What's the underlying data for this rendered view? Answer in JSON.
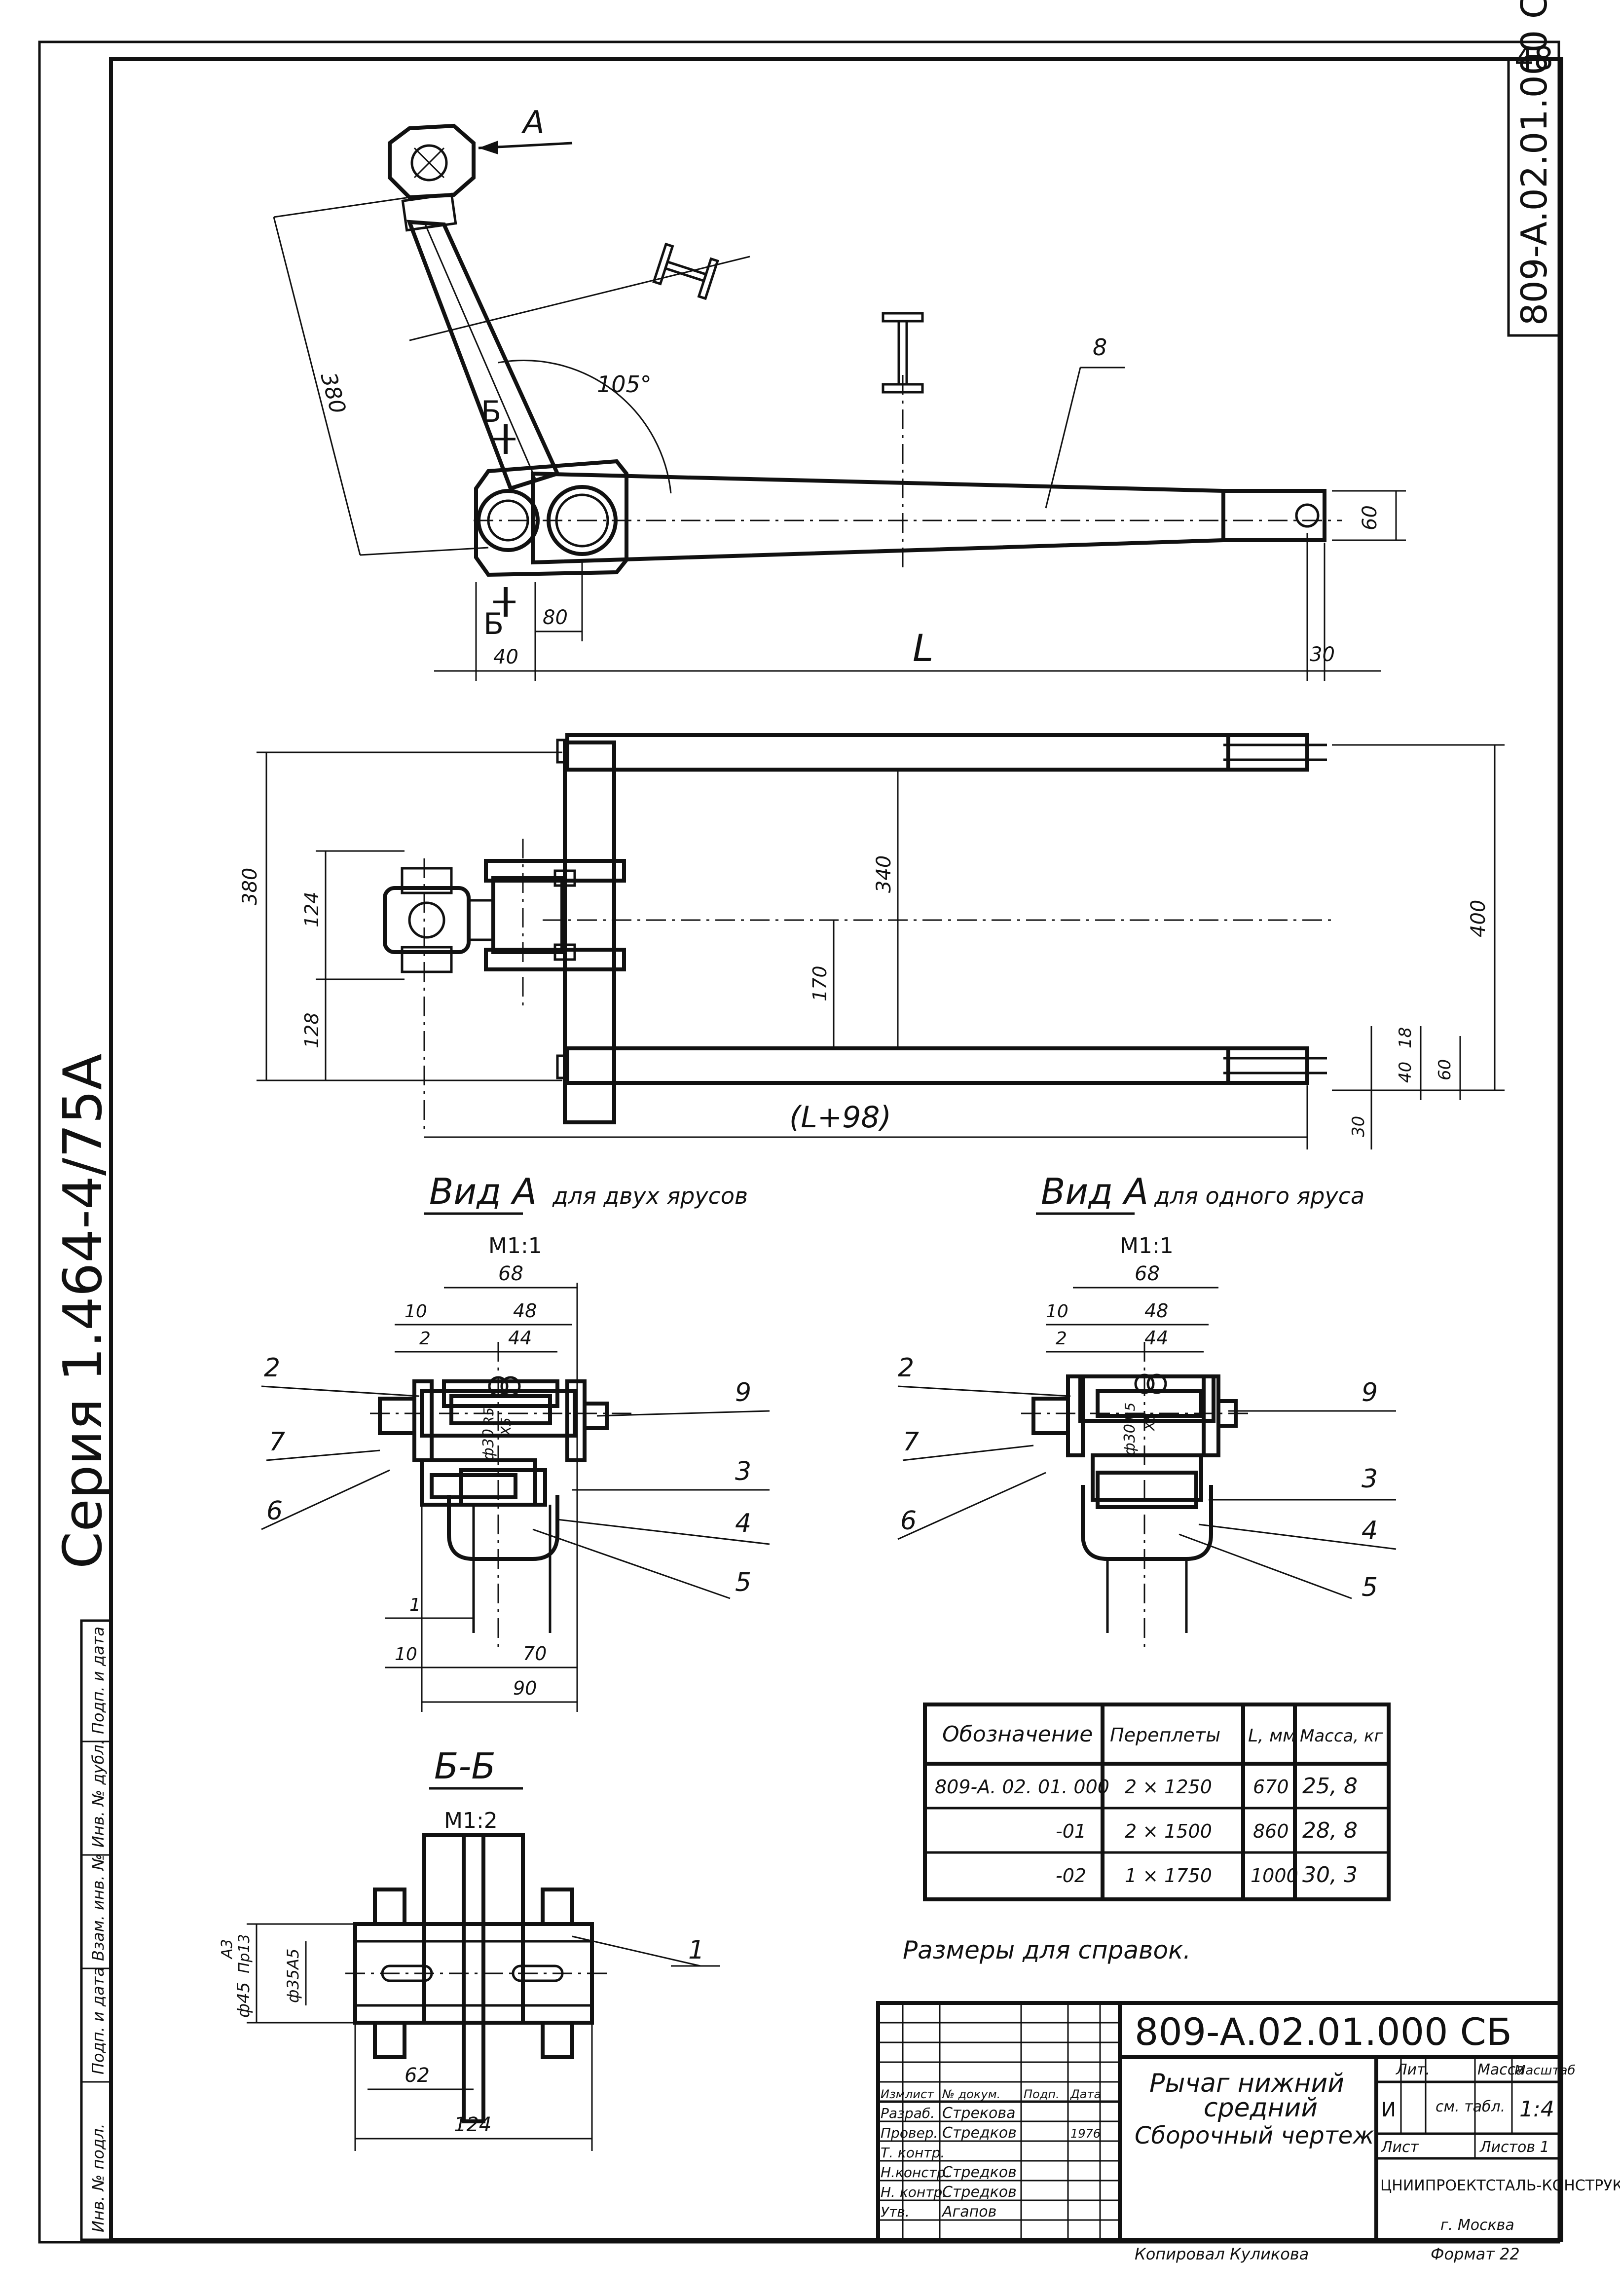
{
  "page_number": "48",
  "doc_code": "809-A.02.01.000 СБ",
  "series": "Серия 1.464-4/75А",
  "top_view": {
    "section_arrow": "А",
    "section_mark": "Б",
    "part_number": "8",
    "angle": "105°",
    "dims": {
      "arm": "380",
      "left": "40",
      "offset": "80",
      "length": "L",
      "right": "30",
      "height": "60"
    }
  },
  "plan_view": {
    "dims": {
      "total": "380",
      "upper": "124",
      "lower": "128",
      "inner": "340",
      "center": "170",
      "outer": "400",
      "span": "(L+98)",
      "d18": "18",
      "d40": "40",
      "d60": "60",
      "d30": "30"
    }
  },
  "view_a_two": {
    "title": "Вид А",
    "subtitle": "для двух ярусов",
    "scale": "М1:1",
    "dims": {
      "w68": "68",
      "w48": "48",
      "w44": "44",
      "w10": "10",
      "w2": "2",
      "bot1": "1",
      "bot10": "10",
      "bot70": "70",
      "bot90": "90",
      "hole": "ф30",
      "fit": "X5",
      "r": "R5"
    },
    "callouts": [
      "2",
      "7",
      "6",
      "9",
      "3",
      "4",
      "5"
    ]
  },
  "view_a_one": {
    "title": "Вид А",
    "subtitle": "для одного яруса",
    "scale": "М1:1",
    "dims": {
      "w68": "68",
      "w48": "48",
      "w44": "44",
      "w10": "10",
      "w2": "2",
      "hole": "ф30",
      "fit": "X5",
      "r": "R5"
    },
    "callouts": [
      "2",
      "7",
      "6",
      "9",
      "3",
      "4",
      "5"
    ]
  },
  "section_bb": {
    "title": "Б-Б",
    "scale": "М1:2",
    "dims": {
      "d45": "ф45",
      "fit45": "Пр13",
      "a3": "А3",
      "d35": "ф35А5",
      "w62": "62",
      "w124": "124"
    },
    "callout": "1"
  },
  "spec_table": {
    "headers": [
      "Обозначение",
      "Переплеты",
      "L, мм",
      "Масса, кг"
    ],
    "rows": [
      [
        "809-А. 02. 01. 000",
        "2 × 1250",
        "670",
        "25, 8"
      ],
      [
        "-01",
        "2 × 1500",
        "860",
        "28, 8"
      ],
      [
        "-02",
        "1 × 1750",
        "1000",
        "30, 3"
      ]
    ]
  },
  "note": "Размеры для справок.",
  "side_stamp": [
    "Инв. № подл.",
    "Подп. и дата",
    "Взам. инв. №",
    "Инв. № дубл.",
    "Подп. и дата"
  ],
  "title_block": {
    "code": "809-А.02.01.000 СБ",
    "name_line1": "Рычаг нижний",
    "name_line2": "средний",
    "name_line3": "Сборочный чертеж",
    "head_cols": [
      "Изм",
      "лист",
      "№ докум.",
      "Подп.",
      "Дата"
    ],
    "roles": [
      "Разраб.",
      "Провер.",
      "Т. контр.",
      "Н.констр.",
      "Н. контр.",
      "Утв."
    ],
    "names": [
      "Стрекова",
      "Стредков",
      "",
      "Стредков",
      "Стредков",
      "Агапов"
    ],
    "date": "1976",
    "lit_label": "Лит.",
    "mass_label": "Масса",
    "scale_label": "Масштаб",
    "lit": "И",
    "mass": "см. табл.",
    "scale": "1:4",
    "sheet_label": "Лист",
    "sheets_label": "Листов 1",
    "org": "ЦНИИПРОЕКТСТАЛЬ-КОНСТРУКЦИЯ",
    "city": "г. Москва",
    "copied": "Копировал Куликова",
    "format": "Формат 22"
  }
}
